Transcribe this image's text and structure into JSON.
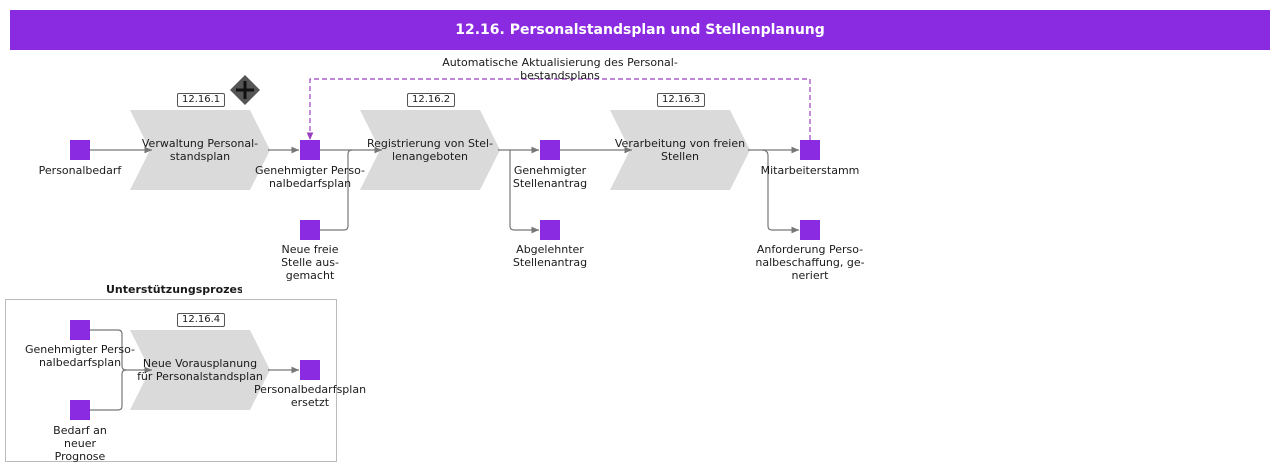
{
  "title": "12.16. Personalstandsplan und Stellenplanung",
  "feedback_label": "Automatische Aktualisierung des Personal-\nbestandsplans",
  "support_title": "Unterstützungsprozesse",
  "processes": {
    "p1": {
      "ref": "12.16.1",
      "label": "Verwaltung Personal-\nstandsplan"
    },
    "p2": {
      "ref": "12.16.2",
      "label": "Registrierung von Stel-\nlenangeboten"
    },
    "p3": {
      "ref": "12.16.3",
      "label": "Verarbeitung von freien\nStellen"
    },
    "p4": {
      "ref": "12.16.4",
      "label": "Neue Vorausplanung\nfür Personalstandsplan"
    }
  },
  "objects": {
    "personalbedarf": "Personalbedarf",
    "genehmigter_plan": "Genehmigter Perso-\nnalbedarfsplan",
    "neue_stelle": "Neue freie\nStelle aus-\ngemacht",
    "genehmigter_antrag": "Genehmigter\nStellenantrag",
    "abgelehnter_antrag": "Abgelehnter\nStellenantrag",
    "mitarbeiterstamm": "Mitarbeiterstamm",
    "anforderung": "Anforderung Perso-\nnalbeschaffung, ge-\nneriert",
    "support_genehmigter_plan": "Genehmigter Perso-\nnalbedarfsplan",
    "bedarf_prognose": "Bedarf an\nneuer\nPrognose",
    "plan_ersetzt": "Personalbedarfsplan\nersetzt"
  },
  "colors": {
    "header": "#8a2be2",
    "object": "#8a2be2",
    "process": "#dadada",
    "feedback_line": "#9b3fc0",
    "connector": "#777777"
  },
  "icons": {
    "expand": "plus-diamond-icon"
  }
}
